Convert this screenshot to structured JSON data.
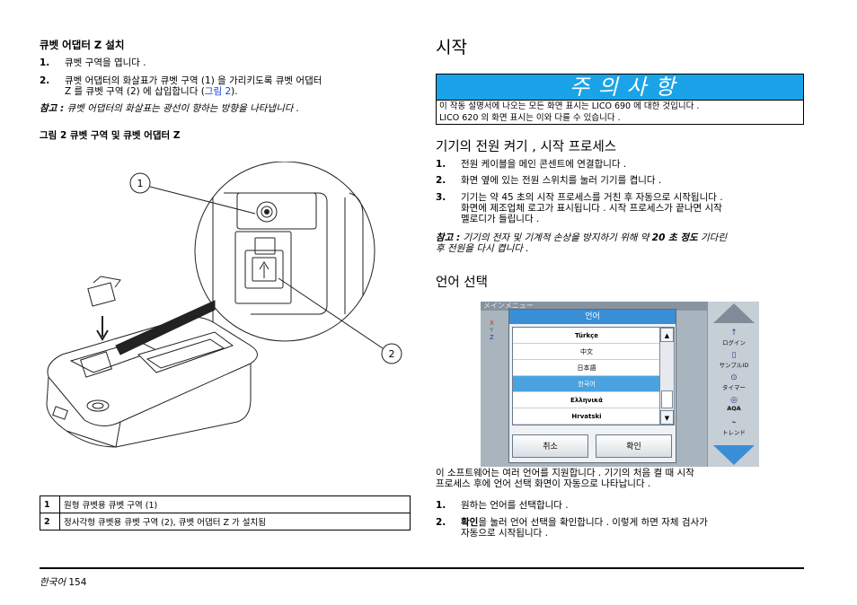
{
  "left": {
    "section_title": "큐벳 어댑터 Z 설치",
    "steps": [
      {
        "num": "1.",
        "lines": [
          "큐벳 구역을 엽니다 ."
        ]
      },
      {
        "num": "2.",
        "lines": [
          "큐벳 어댑터의 화살표가 큐벳 구역 (1) 을 가리키도록 큐벳 어댑터",
          "Z 를 큐벳 구역 (2) 에 삽입합니다 ("
        ],
        "link": "그림 2",
        "tail": ")."
      }
    ],
    "note_label": "참고 :",
    "note_text": " 큐벳 어댑터의 화살표는 광선이 향하는 방향을 나타냅니다 .",
    "figure_caption": "그림 2 큐벳 구역 및 큐벳 어댑터 Z",
    "callout_1": "1",
    "callout_2": "2",
    "legend": [
      {
        "num": "1",
        "text": "원형 큐벳용 큐벳 구역 (1)"
      },
      {
        "num": "2",
        "text": "정사각형 큐벳용 큐벳 구역 (2), 큐벳 어댑터 Z 가 설치됨"
      }
    ]
  },
  "right": {
    "title": "시작",
    "caution_head": "주 의 사 항",
    "caution_lines": [
      "이 작동 설명서에 나오는 모든 화면 표시는 LICO 690 에 대한 것입니다 .",
      "LICO 620 의 화면 표시는 이와 다를 수 있습니다 ."
    ],
    "power_title": "기기의 전원 켜기 , 시작 프로세스",
    "power_steps": [
      {
        "num": "1.",
        "lines": [
          "전원 케이블을 메인 콘센트에 연결합니다 ."
        ]
      },
      {
        "num": "2.",
        "lines": [
          "화면 옆에 있는 전원 스위치를 눌러 기기를 켭니다 ."
        ]
      },
      {
        "num": "3.",
        "lines": [
          "기기는 약 45 초의 시작 프로세스를 거친 후 자동으로 시작됩니다 .",
          "화면에 제조업체 로고가 표시됩니다 . 시작 프로세스가 끝나면 시작",
          "멜로디가 들립니다 ."
        ]
      }
    ],
    "note2_label": "참고 :",
    "note2_a": " 기기의 전자 및 기계적 손상을 방지하기 위해 약 ",
    "note2_bold": "20 초 정도",
    "note2_b": " 기다린",
    "note2_line2": "후 전원을 다시 켭니다 .",
    "lang_title": "언어 선택",
    "lang_para": [
      "이 소프트웨어는 여러 언어를 지원합니다 . 기기의 처음 켤 때 시작",
      "프로세스 후에 언어 선택 화면이 자동으로 나타납니다 ."
    ],
    "lang_steps": [
      {
        "num": "1.",
        "text": "원하는 언어를 선택합니다 ."
      },
      {
        "num": "2.",
        "bold": "확인",
        "text": "을 눌러 언어 선택을 확인합니다 . 이렇게 하면 자체 검사가",
        "text2": "자동으로 시작됩니다 ."
      }
    ]
  },
  "screen": {
    "topbar": "メインメニュー",
    "dialog_title": "언어",
    "languages": [
      "Türkçe",
      "中文",
      "日本語",
      "한국어",
      "Ελληνικά",
      "Hrvatski"
    ],
    "selected_index": 3,
    "cancel": "취소",
    "ok": "확인",
    "side_items": [
      "ログイン",
      "サンプルID",
      "タイマー",
      "AQA",
      "トレンド"
    ],
    "left_icons": [
      "X",
      "Y",
      "Z"
    ]
  },
  "footer": {
    "lang": "한국어",
    "page": "154"
  }
}
